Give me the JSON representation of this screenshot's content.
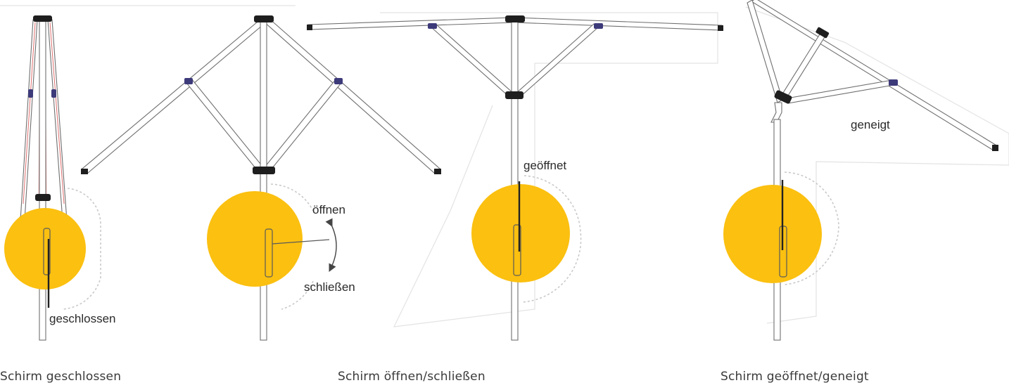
{
  "colors": {
    "circle": "#fbc010",
    "rib_stroke": "#6f6f6f",
    "joint": "#3d3a7a",
    "cover_accent": "#e07070"
  },
  "diagram": {
    "labels": {
      "closed": "geschlossen",
      "open_action": "öffnen",
      "close_action": "schließen",
      "opened": "geöffnet",
      "tilted": "geneigt"
    },
    "captions": {
      "closed": "Schirm geschlossen",
      "open_close": "Schirm öffnen/schließen",
      "open_tilted": "Schirm geöffnet/geneigt"
    }
  }
}
